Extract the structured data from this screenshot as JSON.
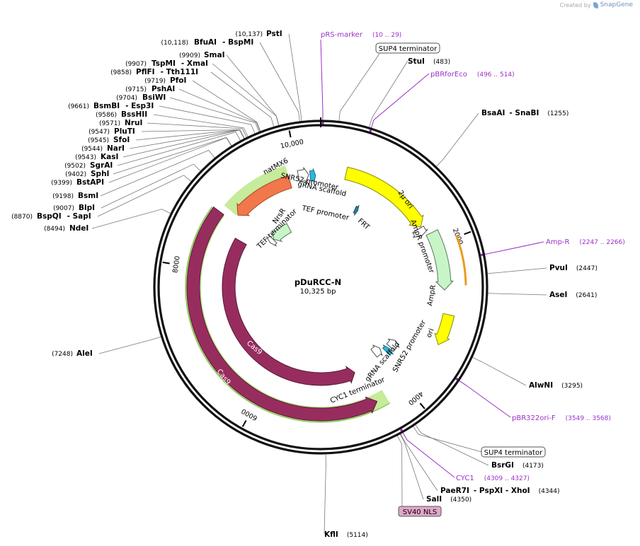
{
  "credit": {
    "prefix": "Created by",
    "brand": "SnapGene"
  },
  "map": {
    "name": "pDuRCC-N",
    "size_text": "10,325 bp",
    "length": 10325,
    "ticks": [
      {
        "pos": 2000,
        "label": "2000"
      },
      {
        "pos": 4000,
        "label": "4000"
      },
      {
        "pos": 6000,
        "label": "6000"
      },
      {
        "pos": 8000,
        "label": "8000"
      },
      {
        "pos": 10000,
        "label": "10,000"
      }
    ]
  },
  "enzymes_right": [
    {
      "name": "StuI",
      "pos": "(483)",
      "at": 483
    },
    {
      "name": "BsaAI",
      "sep": "- SnaBI",
      "pos": "(1255)",
      "at": 1255
    },
    {
      "name": "PvuI",
      "pos": "(2447)",
      "at": 2447
    },
    {
      "name": "AseI",
      "pos": "(2641)",
      "at": 2641
    },
    {
      "name": "AlwNI",
      "pos": "(3295)",
      "at": 3295
    },
    {
      "name": "BsrGI",
      "pos": "(4173)",
      "at": 4173
    },
    {
      "name": "PaeR7I",
      "sep": "- PspXI  - XhoI",
      "pos": "(4344)",
      "at": 4344
    },
    {
      "name": "SalI",
      "pos": "(4350)",
      "at": 4350
    },
    {
      "name": "KflI",
      "pos": "(5114)",
      "at": 5114
    }
  ],
  "enzymes_left": [
    {
      "pos": "(10,137)",
      "name": "PstI",
      "at": 10137
    },
    {
      "pos": "(10,118)",
      "name": "BfuAI",
      "sep": "- BspMI",
      "at": 10118
    },
    {
      "pos": "(9909)",
      "name": "SmaI",
      "at": 9909
    },
    {
      "pos": "(9907)",
      "name": "TspMI",
      "sep": "- XmaI",
      "at": 9907
    },
    {
      "pos": "(9858)",
      "name": "PflFI",
      "sep": "- Tth111I",
      "at": 9858
    },
    {
      "pos": "(9719)",
      "name": "PfoI",
      "at": 9719
    },
    {
      "pos": "(9715)",
      "name": "PshAI",
      "at": 9715
    },
    {
      "pos": "(9704)",
      "name": "BsiWI",
      "at": 9704
    },
    {
      "pos": "(9661)",
      "name": "BsmBI",
      "sep": "- Esp3I",
      "at": 9661
    },
    {
      "pos": "(9586)",
      "name": "BssHII",
      "at": 9586
    },
    {
      "pos": "(9571)",
      "name": "NruI",
      "at": 9571
    },
    {
      "pos": "(9547)",
      "name": "PluTI",
      "at": 9547
    },
    {
      "pos": "(9545)",
      "name": "SfoI",
      "at": 9545
    },
    {
      "pos": "(9544)",
      "name": "NarI",
      "at": 9544
    },
    {
      "pos": "(9543)",
      "name": "KasI",
      "at": 9543
    },
    {
      "pos": "(9502)",
      "name": "SgrAI",
      "at": 9502
    },
    {
      "pos": "(9402)",
      "name": "SphI",
      "at": 9402
    },
    {
      "pos": "(9399)",
      "name": "BstAPI",
      "at": 9399
    },
    {
      "pos": "(9198)",
      "name": "BsmI",
      "at": 9198
    },
    {
      "pos": "(9007)",
      "name": "BlpI",
      "at": 9007
    },
    {
      "pos": "(8870)",
      "name": "BspQI",
      "sep": "- SapI",
      "at": 8870
    },
    {
      "pos": "(8494)",
      "name": "NdeI",
      "at": 8494
    },
    {
      "pos": "(7248)",
      "name": "AleI",
      "at": 7248
    }
  ],
  "primers": [
    {
      "name": "pRS-marker",
      "range": "(10 .. 29)",
      "at": 20
    },
    {
      "name": "pBRforEco",
      "range": "(496 .. 514)",
      "at": 505
    },
    {
      "name": "Amp-R",
      "range": "(2247 .. 2266)",
      "at": 2256
    },
    {
      "name": "pBR322ori-F",
      "range": "(3549 .. 3568)",
      "at": 3558
    },
    {
      "name": "CYC1",
      "range": "(4309 .. 4327)",
      "at": 4318
    }
  ],
  "boxed_labels": [
    {
      "name": "SUP4 terminator",
      "kind": "top"
    },
    {
      "name": "SUP4 terminator",
      "kind": "bottom"
    },
    {
      "name": "SV40 NLS",
      "kind": "nls"
    }
  ],
  "features": {
    "natmx6": "natMX6",
    "snr52_top": "SNR52 promoter",
    "grna_top": "gRNA scaffold",
    "two_micron": "2µ ori",
    "tef_promoter": "TEF promoter",
    "nrsr": "NrsR",
    "tef_terminator": "TEF terminator",
    "frt": "FRT",
    "ampr_promoter": "AmpR promoter",
    "ampr": "AmpR",
    "ori": "ori",
    "snr52_bottom": "SNR52 promoter",
    "grna_bottom": "gRNA scaffold",
    "cyc1_terminator": "CYC1 terminator",
    "cas9_inner": "Cas9",
    "cas9_outer": "Cas9"
  },
  "colors": {
    "backbone": "#111111",
    "natmx6": "#f0784a",
    "two_micron": "#ffff00",
    "ampr": "#c8f5c8",
    "cas9": "#972d5e",
    "cas9_highlight": "#c6eb9a",
    "primer": "#9b30c8",
    "nls_box": "#e1a7c9",
    "grna": "#2ab7e4",
    "frt": "#2e7f9e",
    "amp_r_arc": "#e99b1f"
  }
}
